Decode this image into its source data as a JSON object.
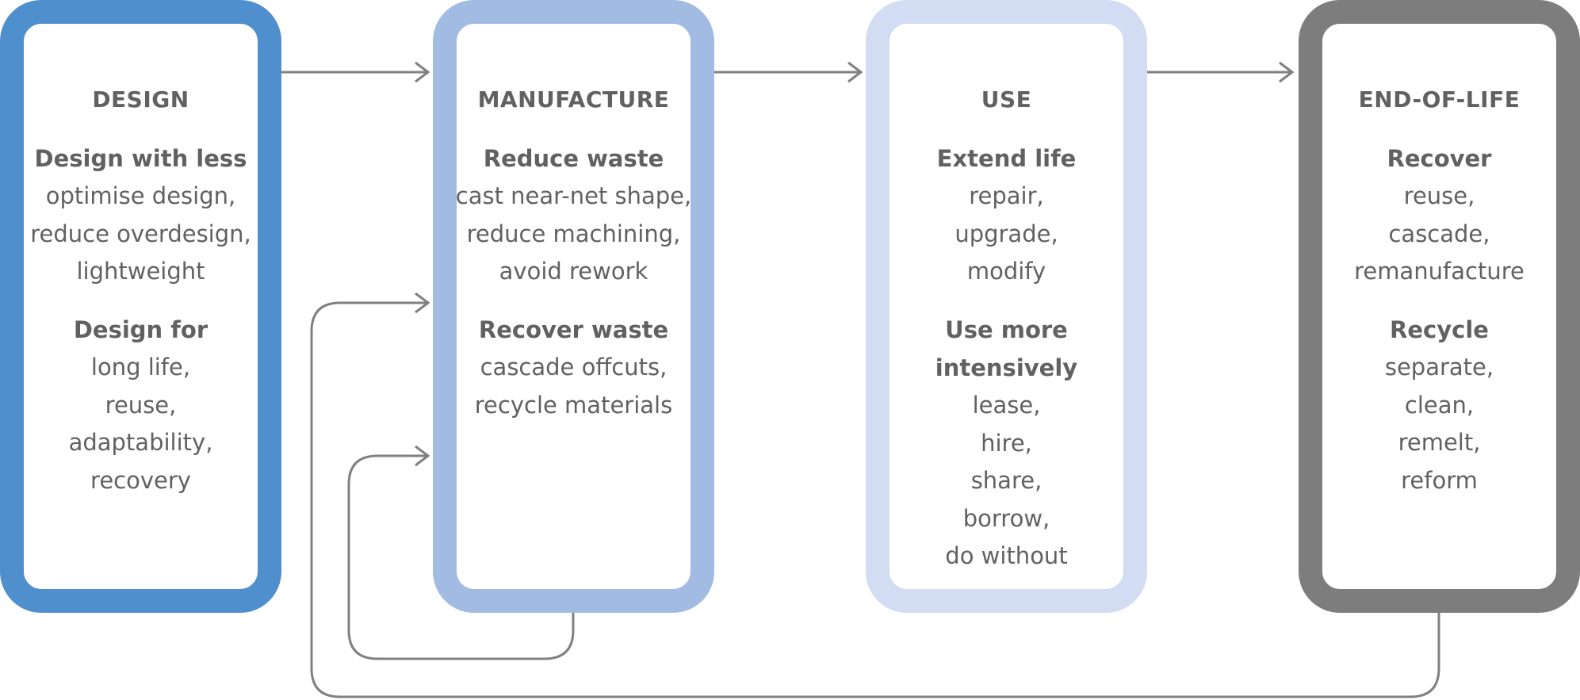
{
  "colors": {
    "design": "#4f8fce",
    "manufacture": "#a2bbe3",
    "use": "#d2ddf3",
    "end_of_life": "#7d7d7d",
    "arrow": "#808080",
    "text": "#616161"
  },
  "stages": [
    {
      "title": "DESIGN",
      "groups": [
        {
          "heading": "Design with less",
          "items": [
            "optimise design,",
            "reduce overdesign,",
            "lightweight"
          ]
        },
        {
          "heading": "Design for",
          "items": [
            "long life,",
            "reuse,",
            "adaptability,",
            "recovery"
          ]
        }
      ]
    },
    {
      "title": "MANUFACTURE",
      "groups": [
        {
          "heading": "Reduce waste",
          "items": [
            "cast near-net shape,",
            "reduce machining,",
            "avoid rework"
          ]
        },
        {
          "heading": "Recover waste",
          "items": [
            "cascade offcuts,",
            "recycle materials"
          ]
        }
      ]
    },
    {
      "title": "USE",
      "groups": [
        {
          "heading": "Extend life",
          "items": [
            "repair,",
            "upgrade,",
            "modify"
          ]
        },
        {
          "heading": "Use more intensively",
          "heading_lines": [
            "Use more",
            "intensively"
          ],
          "items": [
            "lease,",
            "hire,",
            "share,",
            "borrow,",
            "do without"
          ]
        }
      ]
    },
    {
      "title": "END-OF-LIFE",
      "groups": [
        {
          "heading": "Recover",
          "items": [
            "reuse,",
            "cascade,",
            "remanufacture"
          ]
        },
        {
          "heading": "Recycle",
          "items": [
            "separate,",
            "clean,",
            "remelt,",
            "reform"
          ]
        }
      ]
    }
  ]
}
